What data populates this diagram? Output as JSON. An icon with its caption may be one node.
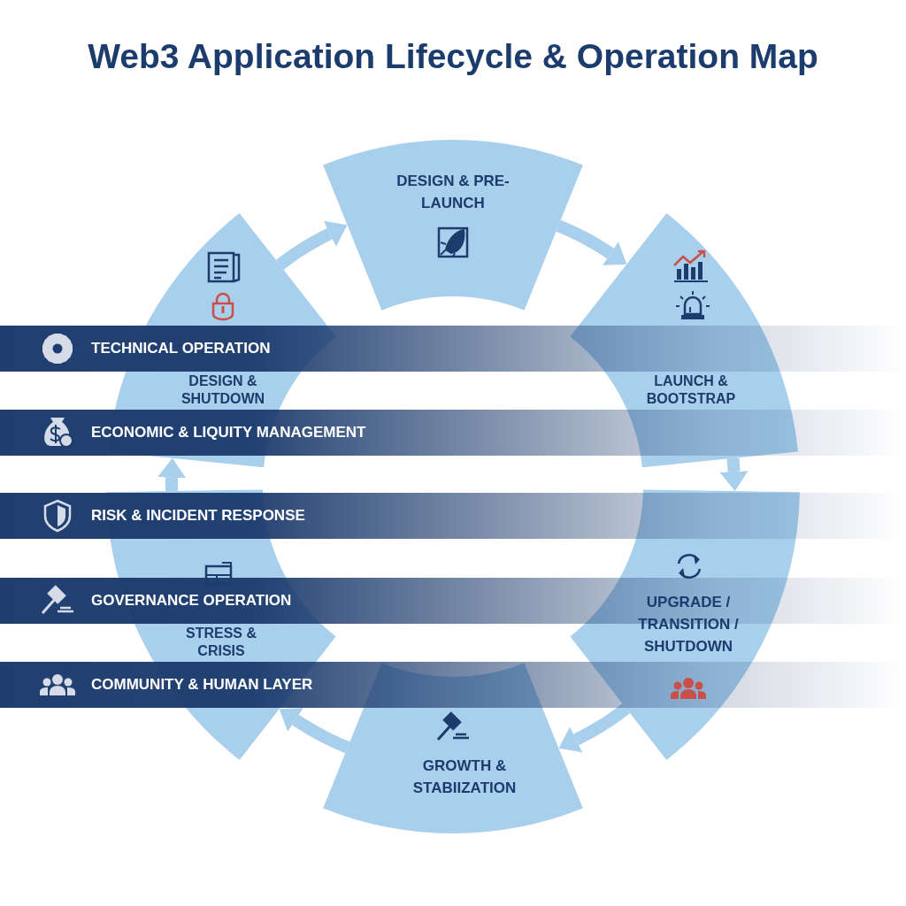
{
  "diagram": {
    "title": "Web3 Application Lifecycle & Operation Map",
    "nodes": [
      {
        "text": [
          "DESIGN & PRE-LAUNCH"
        ]
      },
      {
        "text": [
          "LAUNCH & BOOTSTRAP"
        ]
      },
      {
        "text": [
          "UPGRADE / TRANSITION / SHUTDOWN"
        ]
      },
      {
        "text": [
          "GROWTH & STABIIZATION"
        ]
      },
      {
        "text": [
          "STRESS & CRISIS"
        ]
      },
      {
        "text": [
          "DESIGN & SHUTDOWN"
        ]
      },
      {
        "text": [
          "TECHNICAL OPERATION"
        ]
      },
      {
        "text": [
          "ECONOMIC & LIQUITY MANAGEMENT"
        ]
      },
      {
        "text": [
          "RISK & INCIDENT RESPONSE"
        ]
      },
      {
        "text": [
          "GOVERNANCE OPERATION"
        ]
      },
      {
        "text": [
          "COMMUNITY & HUMAN LAYER"
        ]
      }
    ],
    "edges": [
      {
        "from": 0,
        "to": 1,
        "arrow": "to"
      },
      {
        "from": 1,
        "to": 2,
        "arrow": "to"
      },
      {
        "from": 2,
        "to": 3,
        "arrow": "to"
      },
      {
        "from": 3,
        "to": 4,
        "arrow": "to"
      },
      {
        "from": 4,
        "to": 5,
        "arrow": "to"
      },
      {
        "from": 5,
        "to": 0,
        "arrow": "to"
      }
    ]
  }
}
